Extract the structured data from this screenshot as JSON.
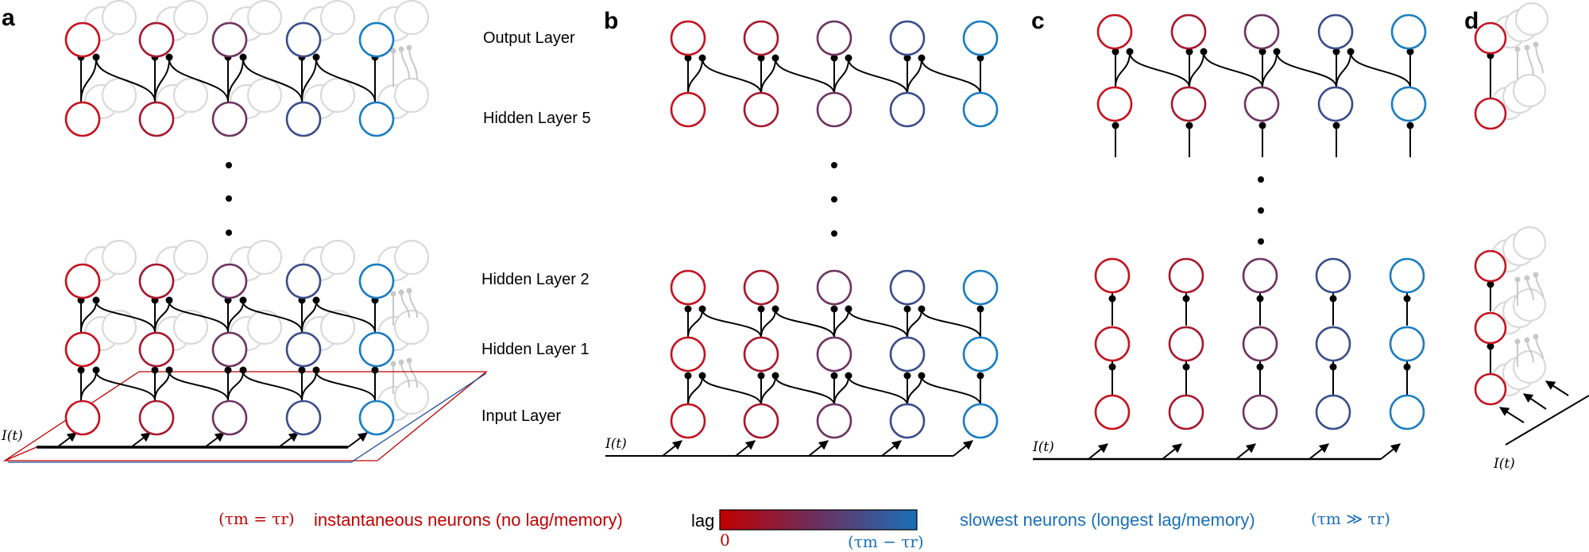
{
  "panels": {
    "a": "a",
    "b": "b",
    "c": "c",
    "d": "d"
  },
  "layers": {
    "output": "Output Layer",
    "hidden5": "Hidden Layer 5",
    "hidden2": "Hidden Layer 2",
    "hidden1": "Hidden Layer 1",
    "input": "Input Layer"
  },
  "input_label": "I(t)",
  "neuron_colors": [
    "#c4131f",
    "#a6192e",
    "#6e3462",
    "#3a4d8c",
    "#1a7dc2"
  ],
  "legend": {
    "left_math": "(τm = τr)",
    "left_text": "instantaneous neurons (no lag/memory)",
    "lag_label": "lag",
    "colorbar_min": "0",
    "colorbar_max": "(τm − τr)",
    "right_text": "slowest neurons (longest lag/memory)",
    "right_math": "(τm ≫ τr)",
    "red": "#c00000",
    "blue": "#1a6fb8"
  }
}
